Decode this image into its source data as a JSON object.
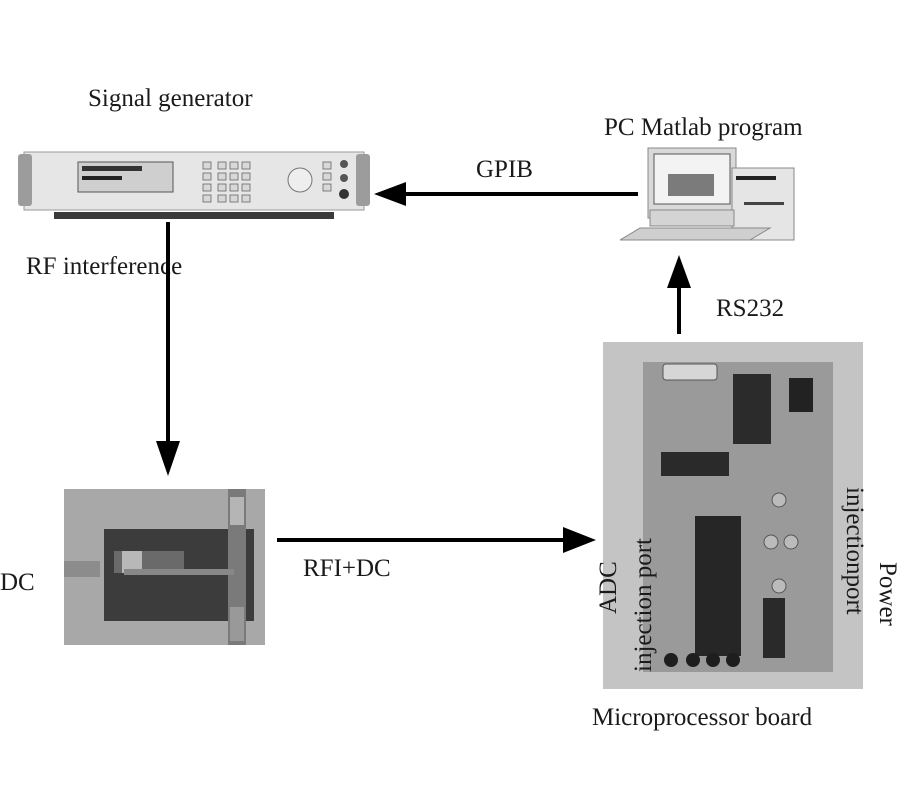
{
  "diagram": {
    "nodes": {
      "signal_generator": {
        "label": "Signal generator"
      },
      "pc": {
        "label": "PC Matlab program"
      },
      "coupler": {
        "label": "DC",
        "side_label": "DC"
      },
      "board": {
        "label": "Microprocessor board",
        "adc_port_label_1": "ADC",
        "adc_port_label_2": "injection port",
        "power_port_label_1": "Power",
        "power_port_label_2": "injectionport"
      }
    },
    "edges": [
      {
        "from": "pc",
        "to": "signal_generator",
        "label": "GPIB"
      },
      {
        "from": "signal_generator",
        "to": "coupler",
        "label": "RF interference"
      },
      {
        "from": "coupler",
        "to": "board",
        "label": "RFI+DC"
      },
      {
        "from": "board",
        "to": "pc",
        "label": "RS232"
      }
    ]
  }
}
